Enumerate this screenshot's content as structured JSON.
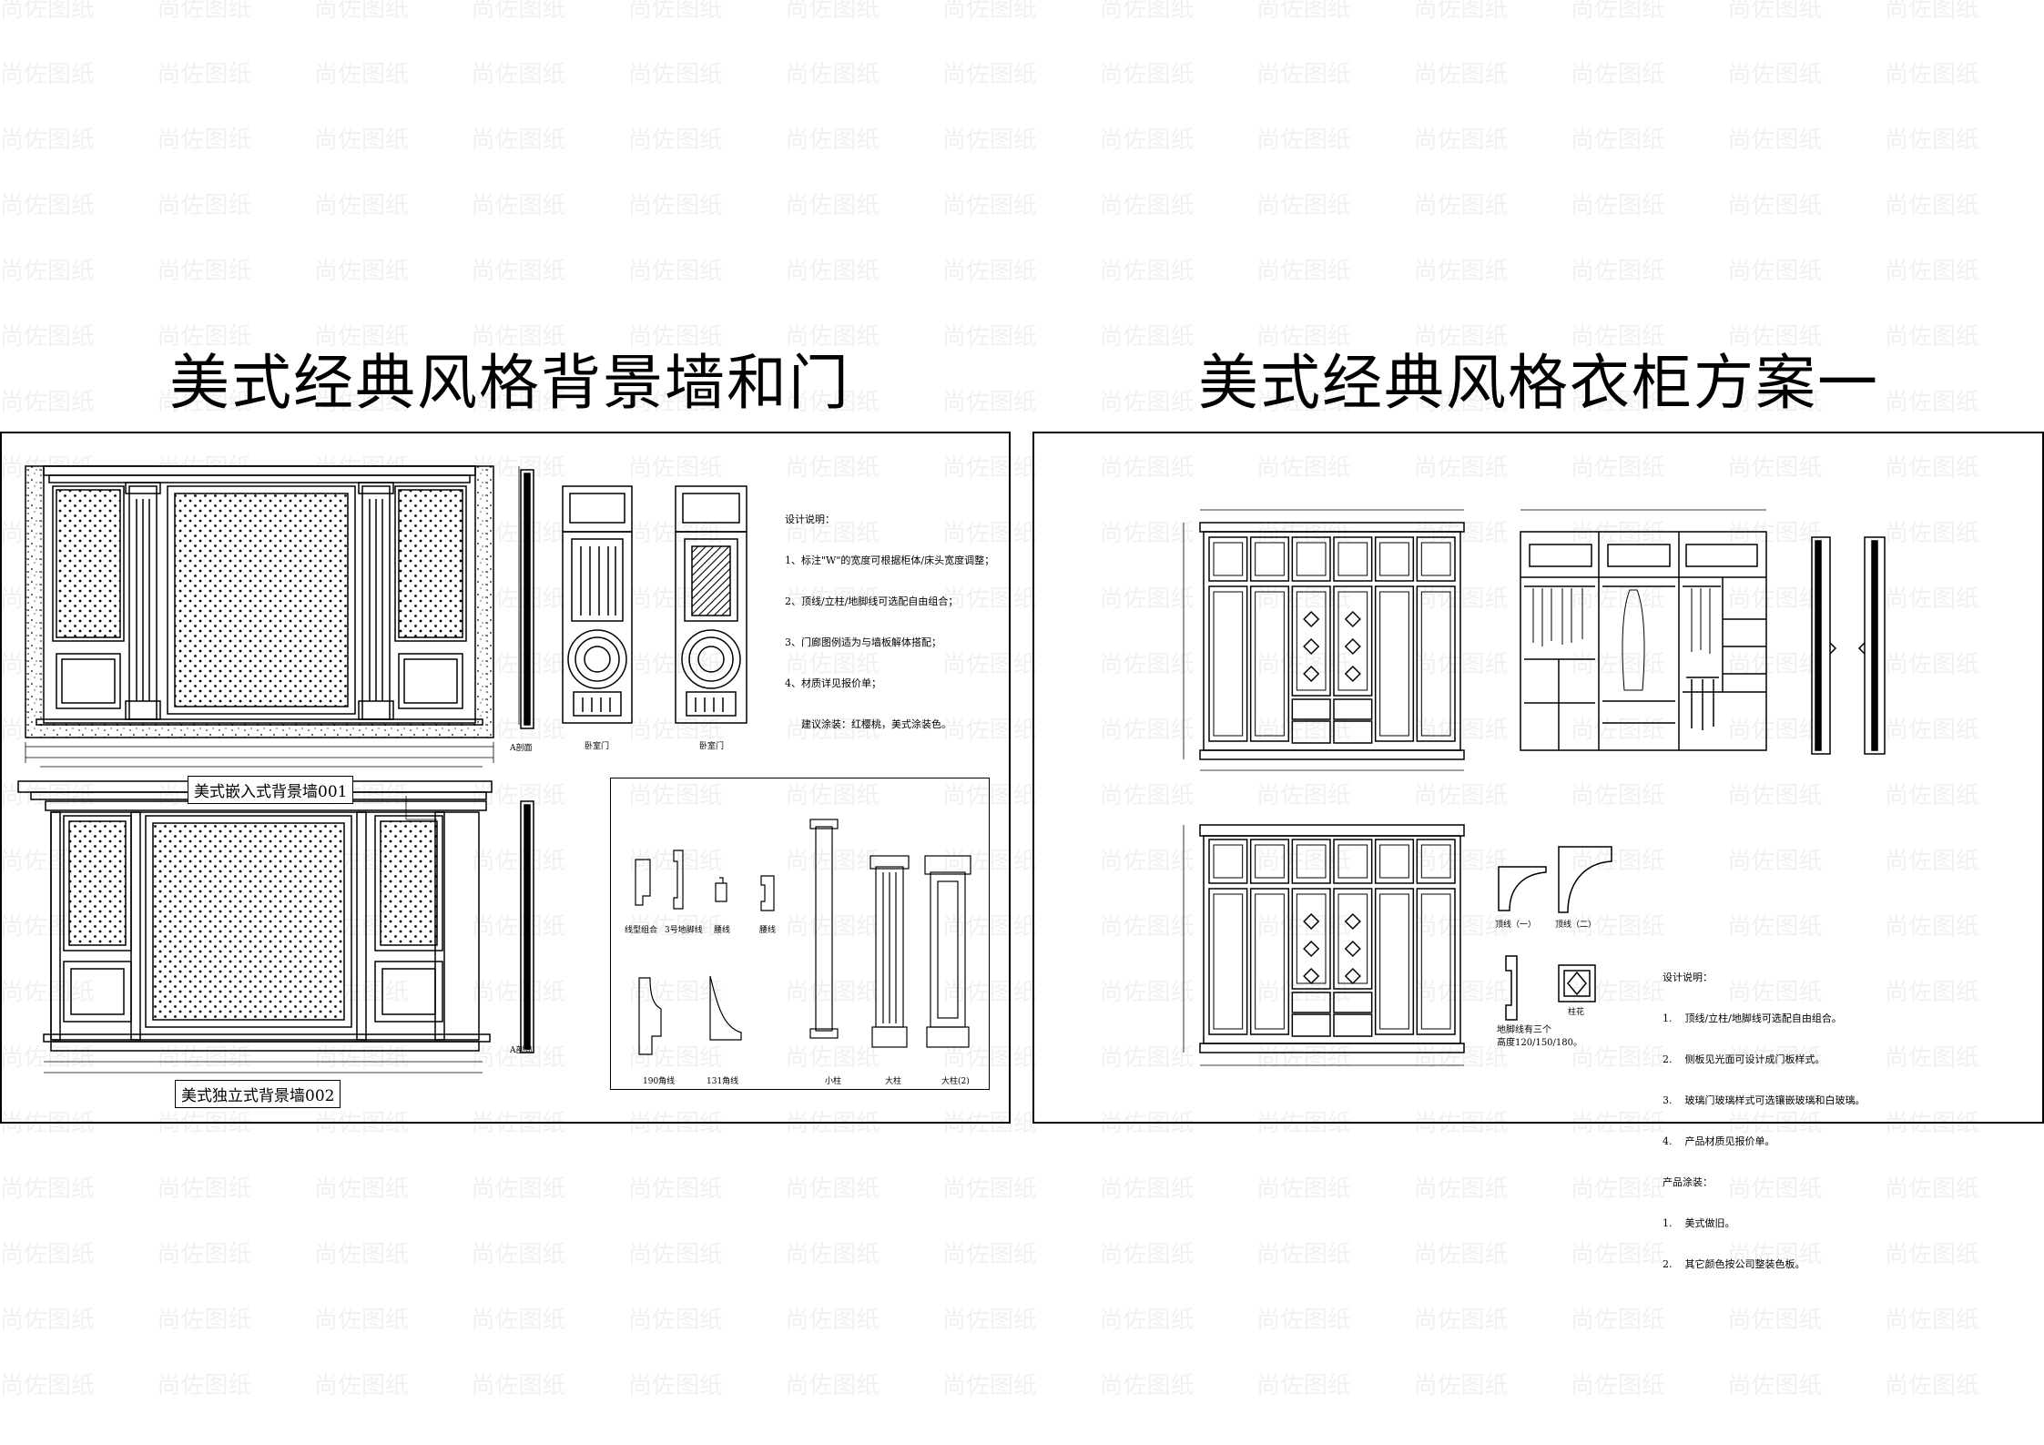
{
  "titles": {
    "left": "美式经典风格背景墙和门",
    "right": "美式经典风格衣柜方案一"
  },
  "watermark": "尚佐图纸",
  "left_sheet": {
    "panel_labels": {
      "embedded_wall": "美式嵌入式背景墙001",
      "standalone_wall": "美式独立式背景墙002",
      "section_a": "A剖面",
      "section_a2": "A剖面"
    },
    "doors": {
      "door1": "卧室门",
      "door2": "卧室门"
    },
    "notes": {
      "heading": "设计说明：",
      "items": [
        "1、标注\"W\"的宽度可根据柜体/床头宽度调整；",
        "2、顶线/立柱/地脚线可选配自由组合；",
        "3、门廊图例适为与墙板解体搭配；",
        "4、材质详见报价单；"
      ],
      "finish": "建议涂装：红樱桃，美式涂装色。"
    },
    "details": {
      "moulding_combo": "线型组合",
      "baseboard3": "3号地脚线",
      "waist_line": "腰线",
      "pressure_line": "腰线",
      "corner190": "190角线",
      "corner131": "131角线",
      "small_column": "小柱",
      "big_column": "大柱",
      "big_column2": "大柱(2)"
    }
  },
  "right_sheet": {
    "mouldings": {
      "top1": "顶线（一）",
      "top2": "顶线（二）",
      "capital": "柱花",
      "baseboard_note": "地脚线有三个",
      "baseboard_heights": "高度120/150/180。"
    },
    "notes": {
      "heading": "设计说明：",
      "items": [
        "1.    顶线/立柱/地脚线可选配自由组合。",
        "2.    侧板见光面可设计成门板样式。",
        "3.    玻璃门玻璃样式可选镶嵌玻璃和白玻璃。",
        "4.    产品材质见报价单。"
      ],
      "finish_heading": "产品涂装：",
      "finish_items": [
        "1.    美式做旧。",
        "2.    其它颜色按公司整装色板。"
      ]
    }
  }
}
